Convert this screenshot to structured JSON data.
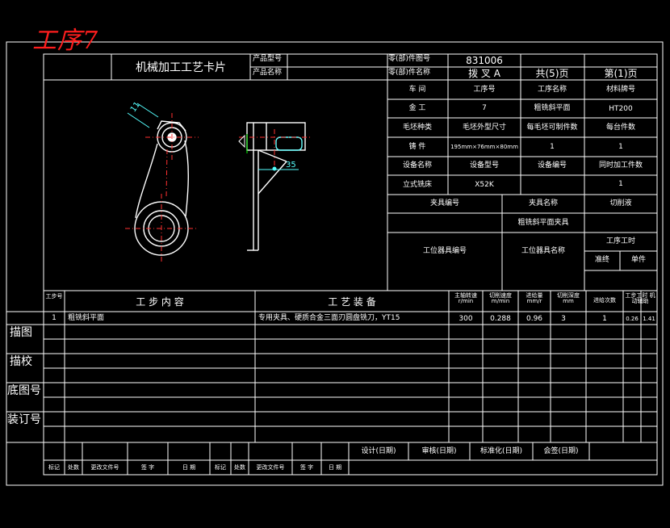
{
  "stamp": "工序7",
  "header": {
    "card_title": "机械加工工艺卡片",
    "product_model_label": "产品型号",
    "product_name_label": "产品名称",
    "part_drawing_no_label": "零(部)件图号",
    "part_name_label": "零(部)件名称",
    "drawing_no": "831006",
    "part_name": "拨 叉 A",
    "total_pages": "共(5)页",
    "page_no": "第(1)页"
  },
  "info": {
    "workshop_label": "车 间",
    "op_no_label": "工序号",
    "op_name_label": "工序名称",
    "material_label": "材料牌号",
    "workshop": "金 工",
    "op_no": "7",
    "op_name": "粗铣斜平面",
    "material": "HT200",
    "blank_type_label": "毛坯种类",
    "blank_size_label": "毛坯外型尺寸",
    "blank_count_label": "每毛坯可制件数",
    "per_unit_label": "每台件数",
    "blank_type": "铸 件",
    "blank_size": "195mm×76mm×80mm",
    "blank_count": "1",
    "per_unit": "1",
    "equip_name_label": "设备名称",
    "equip_model_label": "设备型号",
    "equip_no_label": "设备编号",
    "simul_label": "同时加工件数",
    "equip_name": "立式铣床",
    "equip_model": "X52K",
    "simul": "1",
    "fixture_no_label": "夹具编号",
    "fixture_name_label": "夹具名称",
    "coolant_label": "切削液",
    "fixture_name": "粗铣斜平面夹具",
    "station_tool_no_label": "工位器具编号",
    "station_tool_name_label": "工位器具名称",
    "op_hours_label": "工序工时",
    "prep_label": "准终",
    "unit_label": "单件"
  },
  "drawing": {
    "dim1": "11",
    "dim2": "35"
  },
  "steps": {
    "col_no": "工步号",
    "col_content": "工 步 内 容",
    "col_equipment": "工 艺 装 备",
    "col_speed": "主轴转速 r/min",
    "col_cut_speed": "切削速度 m/min",
    "col_feed": "进给量 mm/r",
    "col_depth": "切削深度 mm",
    "col_passes": "进给次数",
    "col_time": "工步工时 机动辅助",
    "rows": [
      {
        "no": "1",
        "content": "粗铣斜平面",
        "equipment": "专用夹具、硬质合金三面刃圆盘铣刀，YT15",
        "speed": "300",
        "cut_speed": "0.288",
        "feed": "0.96",
        "depth": "3",
        "passes": "1",
        "time": "0.26",
        "time2": "1.41"
      }
    ]
  },
  "side_labels": [
    "描图",
    "描校",
    "底图号",
    "装订号"
  ],
  "footer": {
    "design": "设计(日期)",
    "review": "审核(日期)",
    "standard": "标准化(日期)",
    "countersign": "会签(日期)",
    "rev": [
      "标记",
      "处数",
      "更改文件号",
      "签 字",
      "日 期",
      "标记",
      "处数",
      "更改文件号",
      "签 字",
      "日 期"
    ]
  }
}
